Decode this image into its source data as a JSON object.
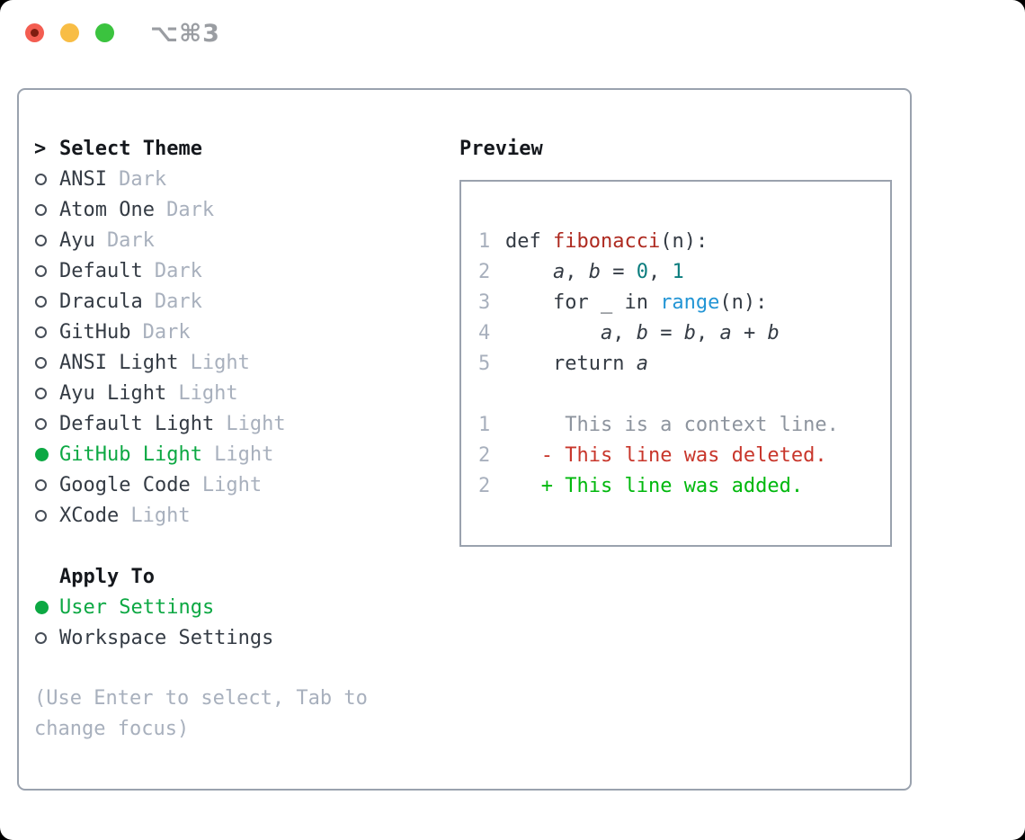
{
  "window": {
    "title": "⌥⌘3"
  },
  "theme_picker": {
    "prompt": ">",
    "header": "Select Theme",
    "themes": [
      {
        "name": "ANSI",
        "tag": "Dark",
        "selected": false
      },
      {
        "name": "Atom One",
        "tag": "Dark",
        "selected": false
      },
      {
        "name": "Ayu",
        "tag": "Dark",
        "selected": false
      },
      {
        "name": "Default",
        "tag": "Dark",
        "selected": false
      },
      {
        "name": "Dracula",
        "tag": "Dark",
        "selected": false
      },
      {
        "name": "GitHub",
        "tag": "Dark",
        "selected": false
      },
      {
        "name": "ANSI Light",
        "tag": "Light",
        "selected": false
      },
      {
        "name": "Ayu Light",
        "tag": "Light",
        "selected": false
      },
      {
        "name": "Default Light",
        "tag": "Light",
        "selected": false
      },
      {
        "name": "GitHub Light",
        "tag": "Light",
        "selected": true
      },
      {
        "name": "Google Code",
        "tag": "Light",
        "selected": false
      },
      {
        "name": "XCode",
        "tag": "Light",
        "selected": false
      }
    ],
    "apply_to": {
      "header": "Apply To",
      "options": [
        {
          "label": "User Settings",
          "selected": true
        },
        {
          "label": "Workspace Settings",
          "selected": false
        }
      ]
    },
    "hint_lines": [
      "(Use Enter to select, Tab to",
      "change focus)"
    ]
  },
  "preview": {
    "header": "Preview",
    "lines": [
      {
        "num": "1",
        "tokens": [
          {
            "t": "def ",
            "c": "fg"
          },
          {
            "t": "fibonacci",
            "c": "fn"
          },
          {
            "t": "(n):",
            "c": "fg"
          }
        ]
      },
      {
        "num": "2",
        "tokens": [
          {
            "t": "    ",
            "c": "fg"
          },
          {
            "t": "a",
            "c": "var"
          },
          {
            "t": ", ",
            "c": "fg"
          },
          {
            "t": "b",
            "c": "var"
          },
          {
            "t": " = ",
            "c": "fg"
          },
          {
            "t": "0",
            "c": "num"
          },
          {
            "t": ", ",
            "c": "fg"
          },
          {
            "t": "1",
            "c": "num"
          }
        ]
      },
      {
        "num": "3",
        "tokens": [
          {
            "t": "    for _ in ",
            "c": "fg"
          },
          {
            "t": "range",
            "c": "builtin"
          },
          {
            "t": "(n):",
            "c": "fg"
          }
        ]
      },
      {
        "num": "4",
        "tokens": [
          {
            "t": "        ",
            "c": "fg"
          },
          {
            "t": "a",
            "c": "var"
          },
          {
            "t": ", ",
            "c": "fg"
          },
          {
            "t": "b",
            "c": "var"
          },
          {
            "t": " = ",
            "c": "fg"
          },
          {
            "t": "b",
            "c": "var"
          },
          {
            "t": ", ",
            "c": "fg"
          },
          {
            "t": "a",
            "c": "var"
          },
          {
            "t": " + ",
            "c": "fg"
          },
          {
            "t": "b",
            "c": "var"
          }
        ]
      },
      {
        "num": "5",
        "tokens": [
          {
            "t": "    return ",
            "c": "fg"
          },
          {
            "t": "a",
            "c": "var"
          }
        ]
      },
      {
        "num": "",
        "tokens": []
      },
      {
        "num": "1",
        "tokens": [
          {
            "t": "     This is a context line.",
            "c": "ctx"
          }
        ]
      },
      {
        "num": "2",
        "tokens": [
          {
            "t": "   ",
            "c": "fg"
          },
          {
            "t": "- This line was deleted.",
            "c": "del"
          }
        ]
      },
      {
        "num": "2",
        "tokens": [
          {
            "t": "   ",
            "c": "fg"
          },
          {
            "t": "+ This line was added.",
            "c": "add"
          }
        ]
      }
    ]
  },
  "colors": {
    "selected_green": "#0ca843",
    "diff_added_green": "#00b80d",
    "diff_deleted_red": "#c8362b",
    "function_red": "#ae2a20",
    "builtin_blue": "#2295d5",
    "number_teal": "#0b7d7e",
    "context_gray": "#8d949e",
    "muted_gray": "#a8b0bd",
    "text_dark": "#343b44",
    "header_black": "#15181d",
    "border_gray": "#9aa2ae",
    "traffic_red": "#f35d51",
    "traffic_yellow": "#f8bd45",
    "traffic_green": "#3bc33f"
  }
}
